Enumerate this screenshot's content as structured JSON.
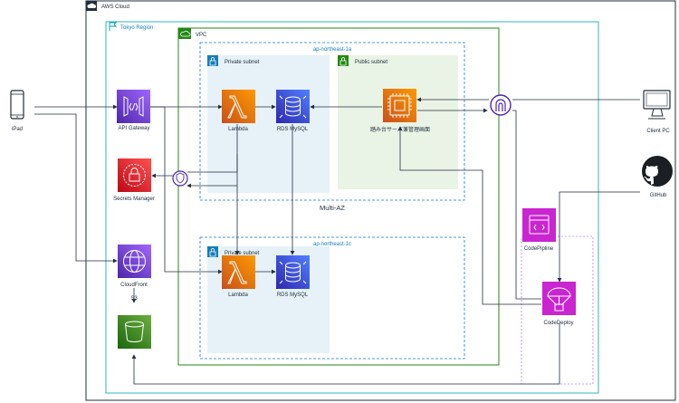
{
  "labels": {
    "aws_cloud": "AWS Cloud",
    "region": "Tokyo Region",
    "vpc": "VPC",
    "az_1a": "ap-northeast-1a",
    "az_1c": "ap-northeast-1c",
    "private_subnet": "Private subnet",
    "public_subnet": "Public subnet",
    "multi_az": "Multi-AZ",
    "ipad": "iPad",
    "client_pc": "Client PC",
    "github": "GitHub",
    "api_gateway": "API Gateway",
    "secrets_manager": "Secrets Manager",
    "cloudfront": "CloudFront",
    "s3": "S3",
    "lambda": "Lambda",
    "rds_mysql": "RDS MySQL",
    "ec2_server": "踏み台サーバ兼管理画面",
    "codepipeline": "CodePipline",
    "codedeploy": "CodeDeploy"
  },
  "colors": {
    "cloud_border": "#232f3e",
    "region_border": "#00a4a6",
    "vpc_border": "#248814",
    "subnet_private_fill": "#e6f2f8",
    "subnet_private_accent": "#147eba",
    "subnet_public_fill": "#e9f3e6",
    "subnet_public_accent": "#248814",
    "compute_orange": "#ed7100",
    "database_blue": "#2e27ad",
    "security_red": "#dd344c",
    "networking_purple": "#8c4fff",
    "storage_green": "#3f8624",
    "devtools_magenta": "#c925d1"
  }
}
